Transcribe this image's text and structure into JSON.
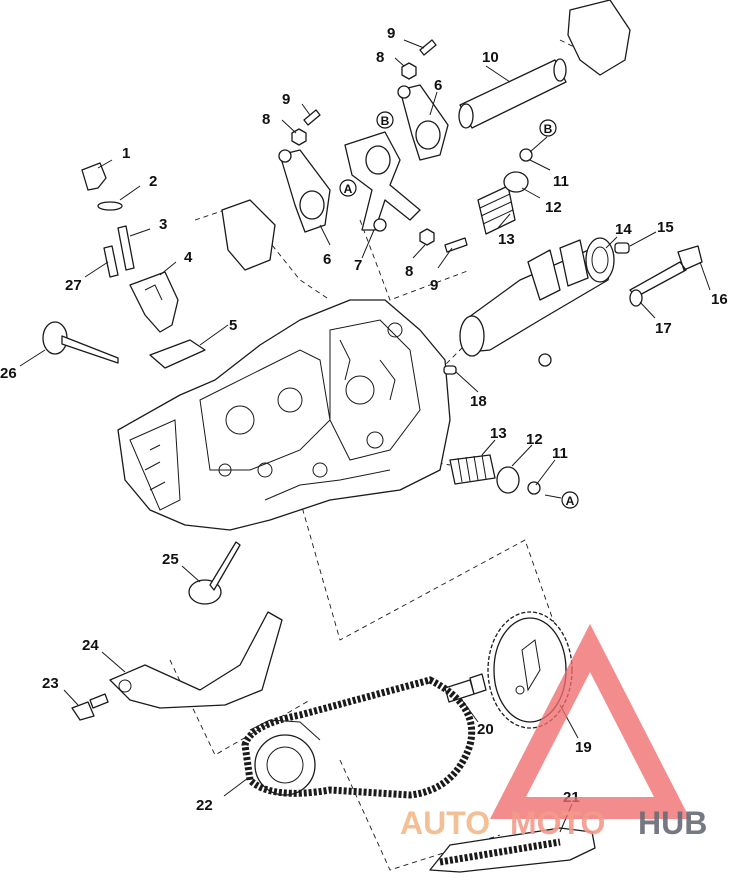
{
  "diagram": {
    "callouts": [
      {
        "id": "1",
        "label": "1"
      },
      {
        "id": "2",
        "label": "2"
      },
      {
        "id": "3",
        "label": "3"
      },
      {
        "id": "4",
        "label": "4"
      },
      {
        "id": "5",
        "label": "5"
      },
      {
        "id": "6a",
        "label": "6"
      },
      {
        "id": "6b",
        "label": "6"
      },
      {
        "id": "7",
        "label": "7"
      },
      {
        "id": "8a",
        "label": "8"
      },
      {
        "id": "8b",
        "label": "8"
      },
      {
        "id": "8c",
        "label": "8"
      },
      {
        "id": "9a",
        "label": "9"
      },
      {
        "id": "9b",
        "label": "9"
      },
      {
        "id": "9c",
        "label": "9"
      },
      {
        "id": "10",
        "label": "10"
      },
      {
        "id": "11a",
        "label": "11"
      },
      {
        "id": "11b",
        "label": "11"
      },
      {
        "id": "12a",
        "label": "12"
      },
      {
        "id": "12b",
        "label": "12"
      },
      {
        "id": "13a",
        "label": "13"
      },
      {
        "id": "13b",
        "label": "13"
      },
      {
        "id": "14",
        "label": "14"
      },
      {
        "id": "15",
        "label": "15"
      },
      {
        "id": "16",
        "label": "16"
      },
      {
        "id": "17",
        "label": "17"
      },
      {
        "id": "18",
        "label": "18"
      },
      {
        "id": "19",
        "label": "19"
      },
      {
        "id": "20",
        "label": "20"
      },
      {
        "id": "21",
        "label": "21"
      },
      {
        "id": "22",
        "label": "22"
      },
      {
        "id": "23",
        "label": "23"
      },
      {
        "id": "24",
        "label": "24"
      },
      {
        "id": "25",
        "label": "25"
      },
      {
        "id": "26",
        "label": "26"
      },
      {
        "id": "27",
        "label": "27"
      }
    ],
    "reference_markers": [
      {
        "id": "refA1",
        "letter": "A"
      },
      {
        "id": "refA2",
        "letter": "A"
      },
      {
        "id": "refB1",
        "letter": "B"
      },
      {
        "id": "refB2",
        "letter": "B"
      }
    ]
  },
  "watermark": {
    "part1": "AUTO",
    "part2": "MOTO",
    "part3": "HUB",
    "triangle_color": "#f06d6d",
    "auto_color": "#f4b98a",
    "moto_color": "#f39a8a",
    "hub_color": "#666b75"
  }
}
